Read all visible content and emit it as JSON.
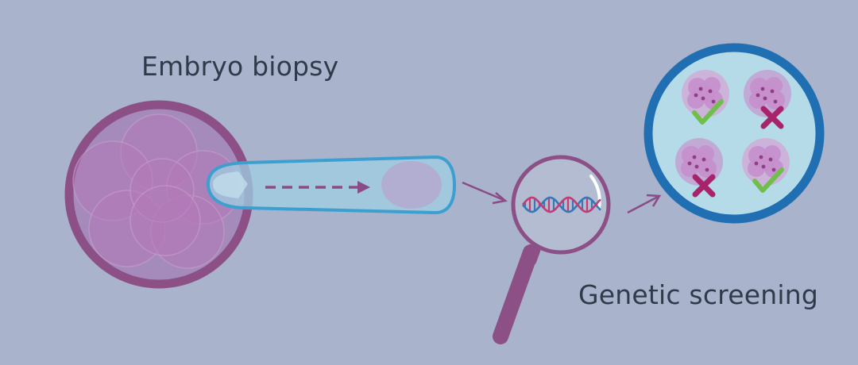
{
  "labels": {
    "biopsy": "Embryo biopsy",
    "screening": "Genetic screening"
  },
  "colors": {
    "background": "#a9b3cb",
    "embryo_ring": "#8c4f86",
    "cell_fill": "#b27ab8",
    "pipette_outline": "#3d9fd0",
    "pipette_fill": "#9fcfe1",
    "arrow": "#8a4b86",
    "magnifier": "#8c4f86",
    "dna_blue": "#3778b8",
    "dna_pink": "#c23d74",
    "result_ring": "#1f6fb2",
    "result_fill": "#b5dbe8",
    "embryo_pass": "#c68fcc",
    "check": "#6fbf4a",
    "cross": "#a8246a"
  },
  "icons": {
    "pass": "check-icon",
    "fail": "cross-icon"
  },
  "results": [
    {
      "position": "top-left",
      "outcome": "pass"
    },
    {
      "position": "top-right",
      "outcome": "fail"
    },
    {
      "position": "bottom-left",
      "outcome": "fail"
    },
    {
      "position": "bottom-right",
      "outcome": "pass"
    }
  ]
}
